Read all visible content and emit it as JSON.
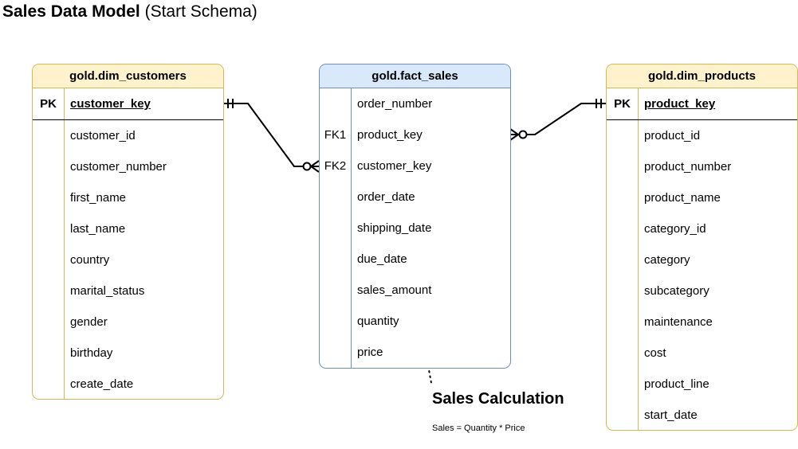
{
  "title": {
    "bold": "Sales Data Model",
    "normal": "(Start Schema)"
  },
  "tables": {
    "customers": {
      "name": "gold.dim_customers",
      "fields": [
        {
          "key": "PK",
          "name": "customer_key"
        },
        {
          "key": "",
          "name": "customer_id"
        },
        {
          "key": "",
          "name": "customer_number"
        },
        {
          "key": "",
          "name": "first_name"
        },
        {
          "key": "",
          "name": "last_name"
        },
        {
          "key": "",
          "name": "country"
        },
        {
          "key": "",
          "name": "marital_status"
        },
        {
          "key": "",
          "name": "gender"
        },
        {
          "key": "",
          "name": "birthday"
        },
        {
          "key": "",
          "name": "create_date"
        }
      ]
    },
    "fact": {
      "name": "gold.fact_sales",
      "fields": [
        {
          "key": "",
          "name": "order_number"
        },
        {
          "key": "FK1",
          "name": "product_key"
        },
        {
          "key": "FK2",
          "name": "customer_key"
        },
        {
          "key": "",
          "name": "order_date"
        },
        {
          "key": "",
          "name": "shipping_date"
        },
        {
          "key": "",
          "name": "due_date"
        },
        {
          "key": "",
          "name": "sales_amount"
        },
        {
          "key": "",
          "name": "quantity"
        },
        {
          "key": "",
          "name": "price"
        }
      ]
    },
    "products": {
      "name": "gold.dim_products",
      "fields": [
        {
          "key": "PK",
          "name": "product_key"
        },
        {
          "key": "",
          "name": "product_id"
        },
        {
          "key": "",
          "name": "product_number"
        },
        {
          "key": "",
          "name": "product_name"
        },
        {
          "key": "",
          "name": "category_id"
        },
        {
          "key": "",
          "name": "category"
        },
        {
          "key": "",
          "name": "subcategory"
        },
        {
          "key": "",
          "name": "maintenance"
        },
        {
          "key": "",
          "name": "cost"
        },
        {
          "key": "",
          "name": "product_line"
        },
        {
          "key": "",
          "name": "start_date"
        }
      ]
    }
  },
  "note": {
    "title": "Sales Calculation",
    "formula": "Sales = Quantity * Price"
  },
  "colors": {
    "dim_fill": "#fff2cc",
    "dim_stroke": "#d6b656",
    "fact_fill": "#dae8fc",
    "fact_stroke": "#6c8ebf"
  }
}
